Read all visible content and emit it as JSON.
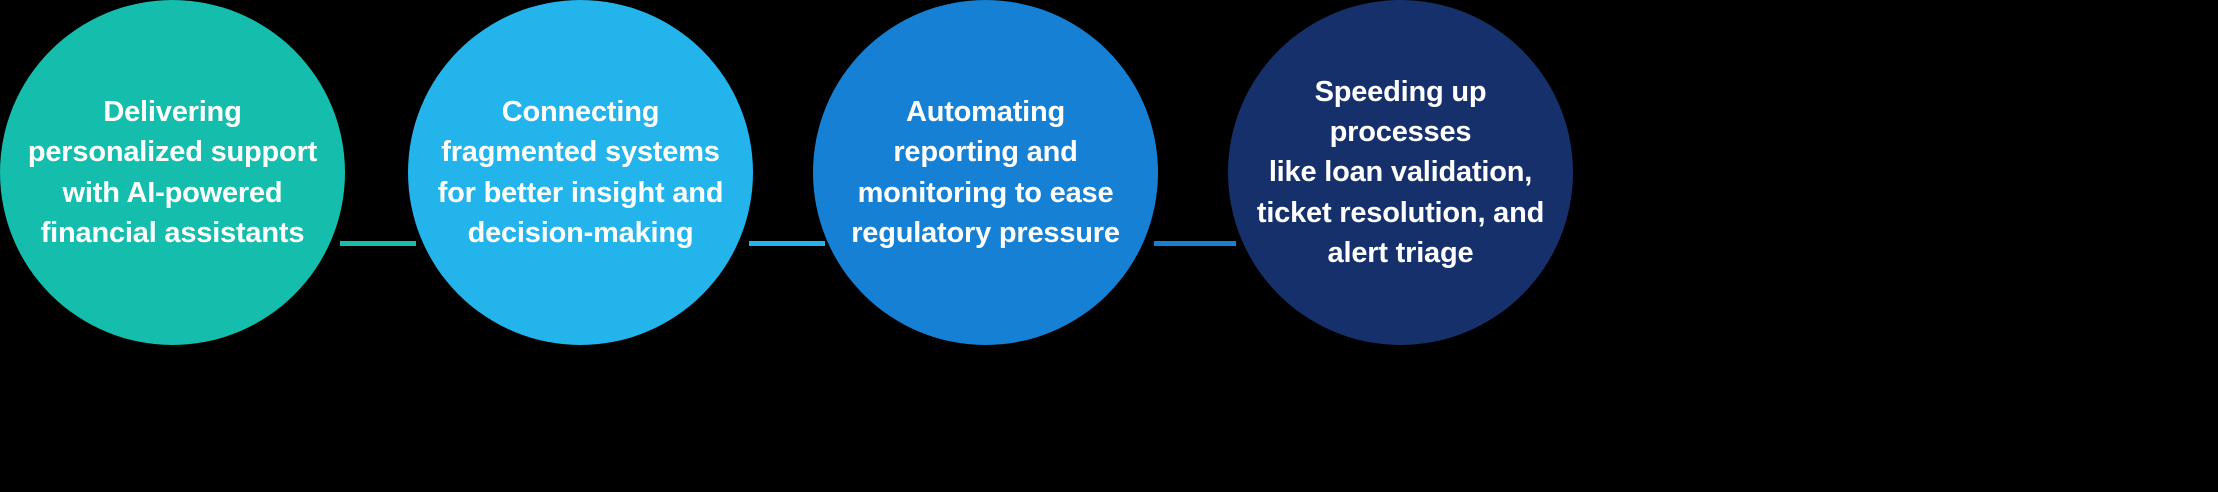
{
  "background_color": "#000000",
  "text_color": "#ffffff",
  "nodes": [
    {
      "id": "delivering-personalized-support",
      "label": "Delivering\npersonalized support\nwith AI-powered\nfinancial assistants",
      "lines": [
        "Delivering",
        "personalized support",
        "with AI-powered",
        "financial assistants"
      ],
      "color": "#14bdac"
    },
    {
      "id": "connecting-fragmented-systems",
      "label": "Connecting\nfragmented systems\nfor better insight and\ndecision-making",
      "lines": [
        "Connecting",
        "fragmented systems",
        "for better insight and",
        "decision-making"
      ],
      "color": "#23b4ec"
    },
    {
      "id": "automating-reporting-monitoring",
      "label": "Automating\nreporting and\nmonitoring to ease\nregulatory pressure",
      "lines": [
        "Automating",
        "reporting and",
        "monitoring to ease",
        "regulatory pressure"
      ],
      "color": "#1680d4"
    },
    {
      "id": "speeding-up-processes",
      "label": "Speeding up processes\nlike loan validation,\nticket resolution, and\nalert triage",
      "lines": [
        "Speeding up processes",
        "like loan validation,",
        "ticket resolution, and",
        "alert triage"
      ],
      "color": "#16306b"
    }
  ],
  "connectors": [
    {
      "id": "connector-teal",
      "color": "#14bdac"
    },
    {
      "id": "connector-light-blue",
      "color": "#23b4ec"
    },
    {
      "id": "connector-medium-blue",
      "color": "#1680d4"
    }
  ]
}
